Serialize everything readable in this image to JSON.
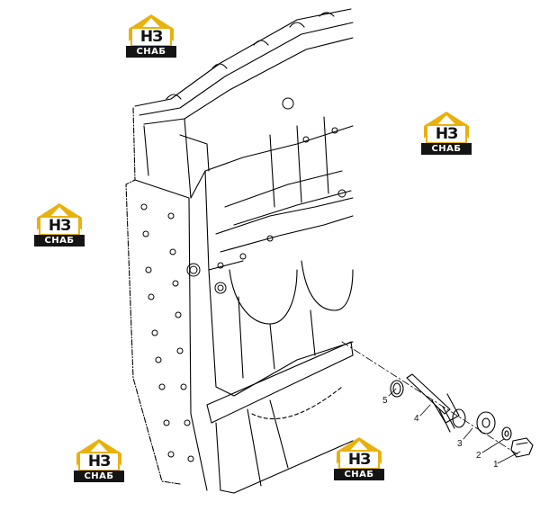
{
  "watermark": {
    "monogram": "НЗ",
    "brand": "СНАБ",
    "roof_color": "#e8b10d",
    "text_bg": "#141414"
  },
  "diagram": {
    "line_color": "#000000",
    "callouts": [
      "1",
      "2",
      "3",
      "4",
      "5"
    ]
  }
}
